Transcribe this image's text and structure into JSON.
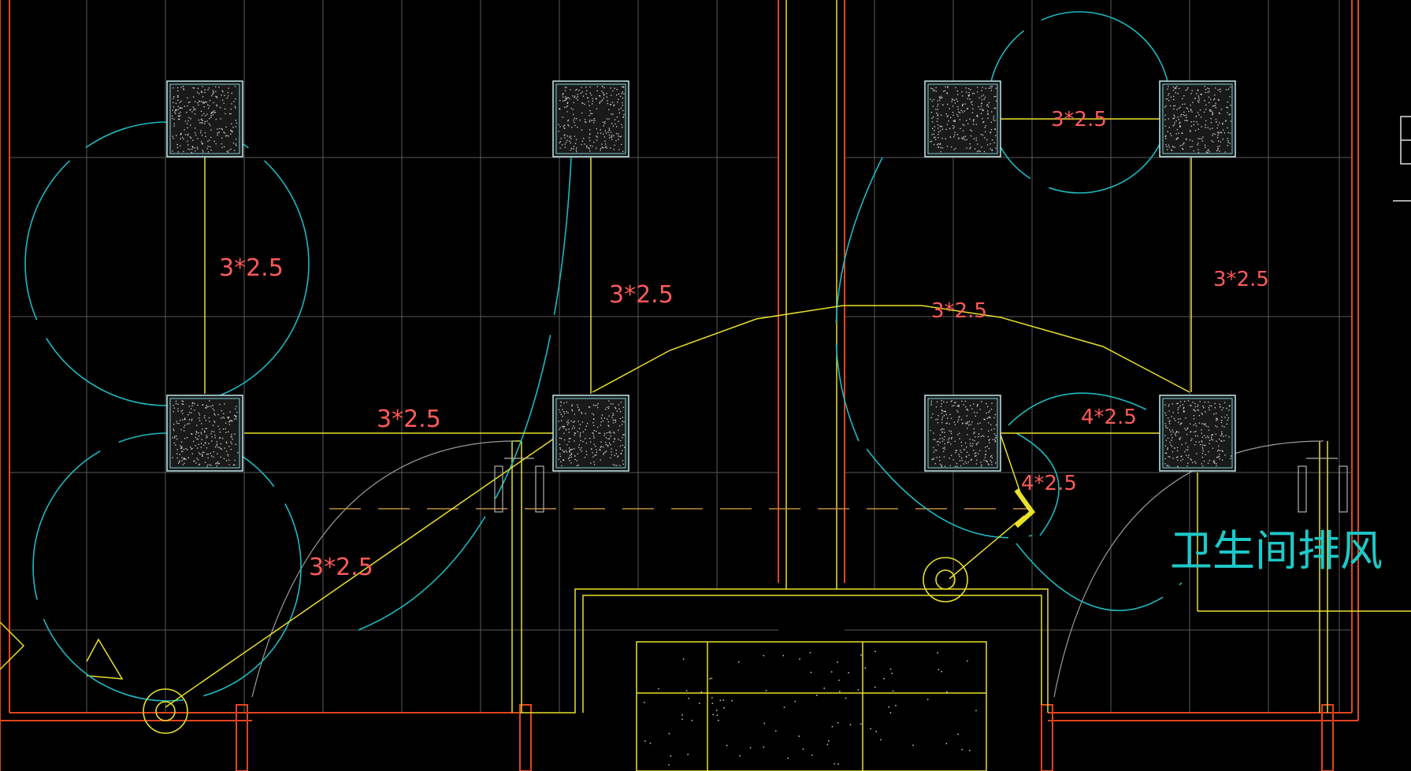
{
  "labels": {
    "c1": "3*2.5",
    "c2": "3*2.5",
    "c3": "3*2.5",
    "c4": "3*2.5",
    "c5": "3*2.5",
    "c6": "3*2.5",
    "c7": "3*2.5",
    "c8": "4*2.5",
    "c9": "4*2.5"
  },
  "annotation": {
    "exhaust": "卫生间排风"
  },
  "colors": {
    "background": "#000000",
    "grid": "#5a5a5a",
    "wall": "#e0451e",
    "wire": "#e8e02a",
    "arc": "#1fb8c0",
    "label": "#ff5a5a",
    "annotation": "#1fc8c8"
  }
}
